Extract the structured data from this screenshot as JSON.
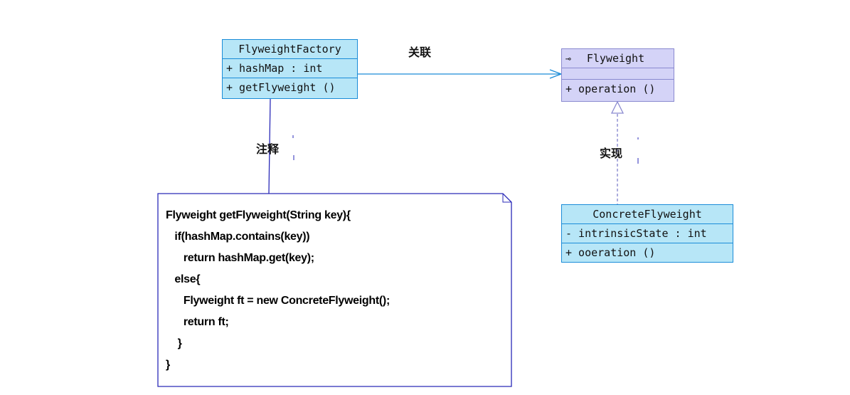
{
  "factory": {
    "name": "FlyweightFactory",
    "attributes": [
      "+ hashMap : int"
    ],
    "operations": [
      "+ getFlyweight ()"
    ]
  },
  "flyweight": {
    "marker": "⊸",
    "name": "Flyweight",
    "operations": [
      "+ operation ()"
    ]
  },
  "concrete": {
    "name": "ConcreteFlyweight",
    "attributes": [
      "- intrinsicState : int"
    ],
    "operations": [
      "+ ooeration ()"
    ]
  },
  "relations": {
    "association_label": "关联",
    "note_label": "注释",
    "realization_label": "实现"
  },
  "note": {
    "lines": [
      "Flyweight getFlyweight(String key){",
      "   if(hashMap.contains(key))",
      "      return hashMap.get(key);",
      "   else{",
      "      Flyweight ft = new ConcreteFlyweight();",
      "      return ft;",
      "    }",
      "}"
    ]
  },
  "colors": {
    "class_fill": "#b7e6f7",
    "class_border": "#1a8cd8",
    "interface_fill": "#d4d3f7",
    "interface_border": "#8a8ad0",
    "connector": "#1a8cd8",
    "note_border": "#2a2ab8"
  }
}
